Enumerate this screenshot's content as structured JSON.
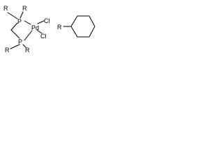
{
  "colors": {
    "ink": "#000000",
    "background": "#ffffff"
  },
  "left_structure": {
    "upper_phosphorus": {
      "r_left": "R",
      "r_right": "R",
      "atom": "P"
    },
    "lower_phosphorus": {
      "atom": "P",
      "r_left": "R",
      "r_right": "R"
    },
    "metal": "Pd",
    "ligand_top": "Cl",
    "ligand_bottom": "Cl"
  },
  "right_structure": {
    "substituent": "R",
    "ring": "cyclohexane"
  }
}
